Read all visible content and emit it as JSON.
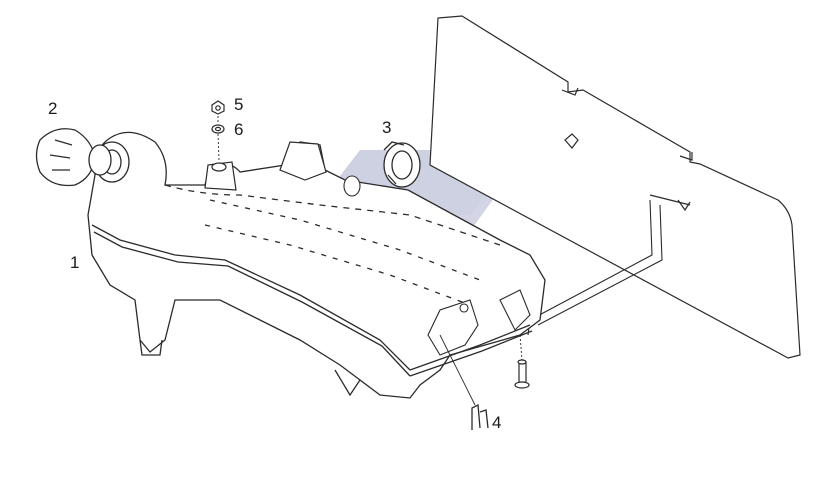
{
  "diagram": {
    "callouts": {
      "reservoir": "1",
      "filler_cap": "2",
      "neck_ring": "3",
      "clip": "4",
      "nut": "5",
      "washer": "6"
    }
  },
  "colors": {
    "line": "#2b2b2b",
    "watermark": "#c5c9dc",
    "background": "#ffffff"
  }
}
